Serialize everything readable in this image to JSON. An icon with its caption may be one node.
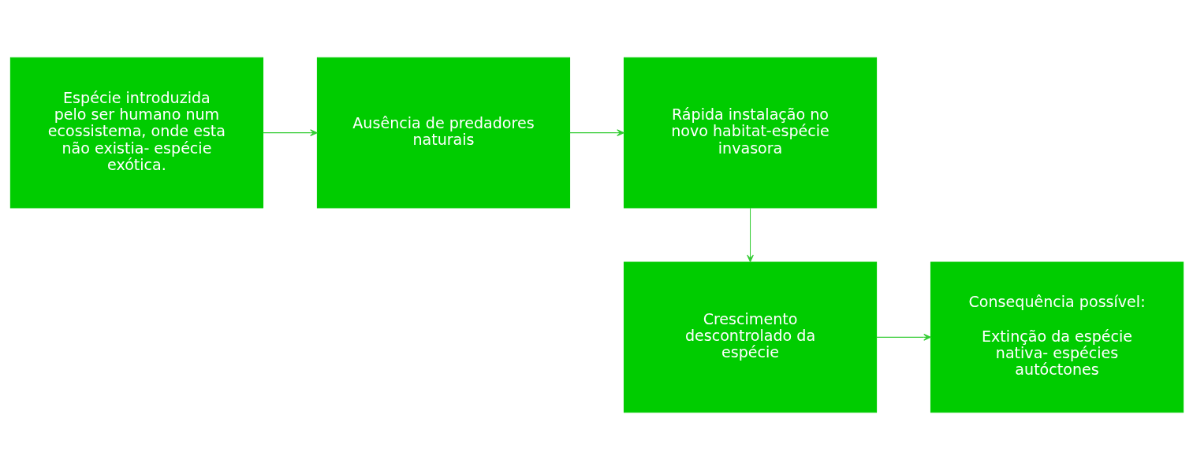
{
  "diagram": {
    "nodes": [
      {
        "text": [
          "Espécie introduzida pelo ser humano num ecossistema, onde esta não existia- espécie exótica."
        ]
      },
      {
        "text": [
          "Ausência de predadores naturais"
        ]
      },
      {
        "text": [
          "Rápida instalação no novo habitat-espécie invasora"
        ]
      },
      {
        "text": [
          "Crescimento descontrolado da espécie"
        ]
      },
      {
        "text": [
          "Consequência possível:",
          "Extinção da espécie nativa- espécies autóctones"
        ]
      }
    ],
    "edges": [
      {
        "from": 0,
        "to": 1,
        "arrow": "to"
      },
      {
        "from": 1,
        "to": 2,
        "arrow": "to"
      },
      {
        "from": 2,
        "to": 3,
        "arrow": "to"
      },
      {
        "from": 3,
        "to": 4,
        "arrow": "to"
      }
    ]
  }
}
